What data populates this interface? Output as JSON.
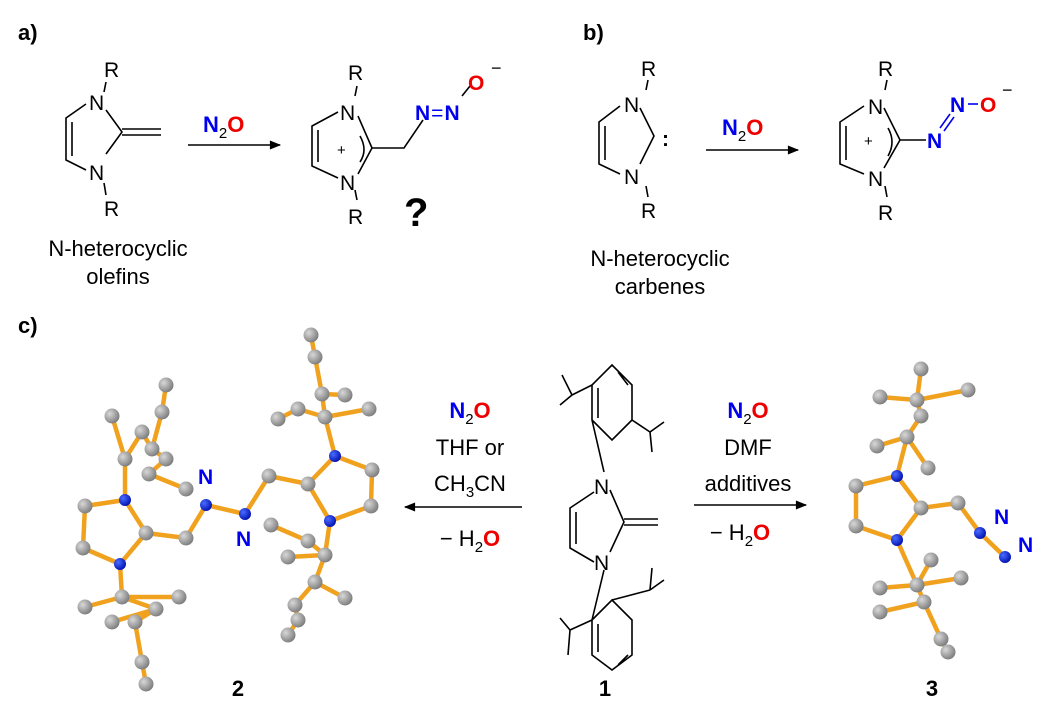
{
  "panels": {
    "a": {
      "label": "a)",
      "reactant_R_top": "R",
      "reactant_R_bottom": "R",
      "reactant_N_top": "N",
      "reactant_N_bottom": "N",
      "caption_line1": "N-heterocyclic",
      "caption_line2": "olefins",
      "reagent": {
        "n": "N",
        "sub": "2",
        "o": "O"
      },
      "product_R_top": "R",
      "product_R_bottom": "R",
      "product_N_top": "N",
      "product_N_bottom": "N",
      "product_charge": "+",
      "product_azo": {
        "n1": "N",
        "eq": "=",
        "n2": "N",
        "o": "O",
        "minus": "−"
      },
      "question": "?"
    },
    "b": {
      "label": "b)",
      "reactant_R_top": "R",
      "reactant_R_bottom": "R",
      "reactant_N_top": "N",
      "reactant_N_bottom": "N",
      "carbene_dots": ":",
      "caption_line1": "N-heterocyclic",
      "caption_line2": "carbenes",
      "reagent": {
        "n": "N",
        "sub": "2",
        "o": "O"
      },
      "product_R_top": "R",
      "product_R_bottom": "R",
      "product_N_top": "N",
      "product_N_bottom": "N",
      "product_charge": "+",
      "product_azo": {
        "n1": "N",
        "n2": "N",
        "o": "O",
        "minus": "−"
      }
    },
    "c": {
      "label": "c)",
      "left_conditions": {
        "n": "N",
        "sub": "2",
        "o": "O",
        "line2": "THF or",
        "line3_a": "CH",
        "line3_sub": "3",
        "line3_b": "CN",
        "byproduct_a": "− H",
        "byproduct_sub": "2",
        "byproduct_o": "O"
      },
      "right_conditions": {
        "n": "N",
        "sub": "2",
        "o": "O",
        "line2": "DMF",
        "line3": "additives",
        "byproduct_a": "− H",
        "byproduct_sub": "2",
        "byproduct_o": "O"
      },
      "compound1": {
        "number": "1",
        "N_top": "N",
        "N_bottom": "N"
      },
      "compound2": {
        "number": "2",
        "N_label1": "N",
        "N_label2": "N"
      },
      "compound3": {
        "number": "3",
        "N_label1": "N",
        "N_label2": "N"
      }
    }
  },
  "colors": {
    "nitrogen": "#0000ee",
    "oxygen": "#ee0000",
    "bond": "#f0a21e",
    "carbon": "#8c8c8c"
  }
}
